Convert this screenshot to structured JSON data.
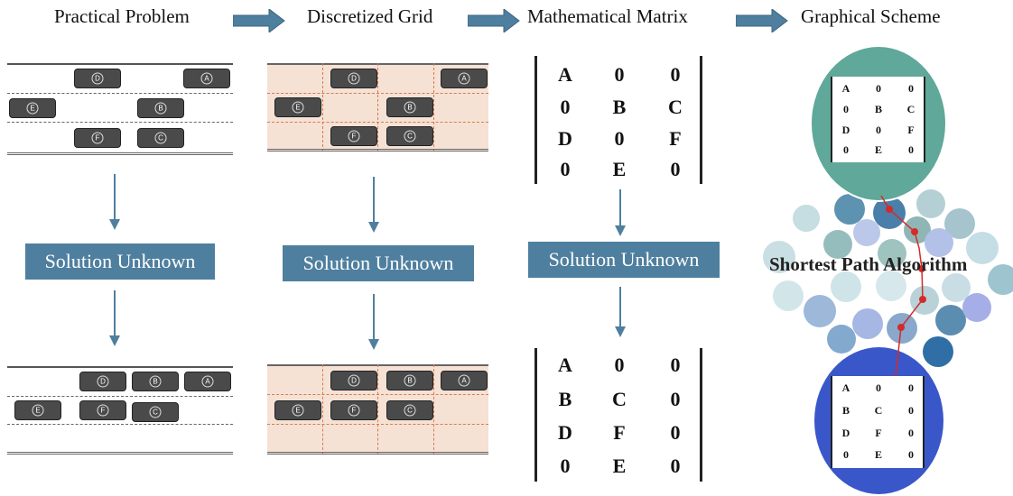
{
  "header": {
    "step1": "Practical Problem",
    "step2": "Discretized Grid",
    "step3": "Mathematical Matrix",
    "step4": "Graphical Scheme"
  },
  "colors": {
    "arrow": "#4f7f9f",
    "solution_box": "#4f7f9f",
    "grid_fill": "#f5e2d5",
    "grid_lines": "#d97a4e",
    "car": "#4a4a4a",
    "top_circle": "#5fa89a",
    "bottom_circle": "#3a57c9",
    "path": "#d42a2a"
  },
  "solution_label": "Solution Unknown",
  "practical_top_cars": [
    "D",
    "A",
    "E",
    "B",
    "F",
    "C"
  ],
  "practical_bottom_cars": [
    "D",
    "B",
    "A",
    "E",
    "F",
    "C"
  ],
  "matrix_top": [
    [
      "A",
      "0",
      "0"
    ],
    [
      "0",
      "B",
      "C"
    ],
    [
      "D",
      "0",
      "F"
    ],
    [
      "0",
      "E",
      "0"
    ]
  ],
  "matrix_bottom": [
    [
      "A",
      "0",
      "0"
    ],
    [
      "B",
      "C",
      "0"
    ],
    [
      "D",
      "F",
      "0"
    ],
    [
      "0",
      "E",
      "0"
    ]
  ],
  "graph": {
    "algorithm_label": "Shortest Path Algorithm"
  }
}
